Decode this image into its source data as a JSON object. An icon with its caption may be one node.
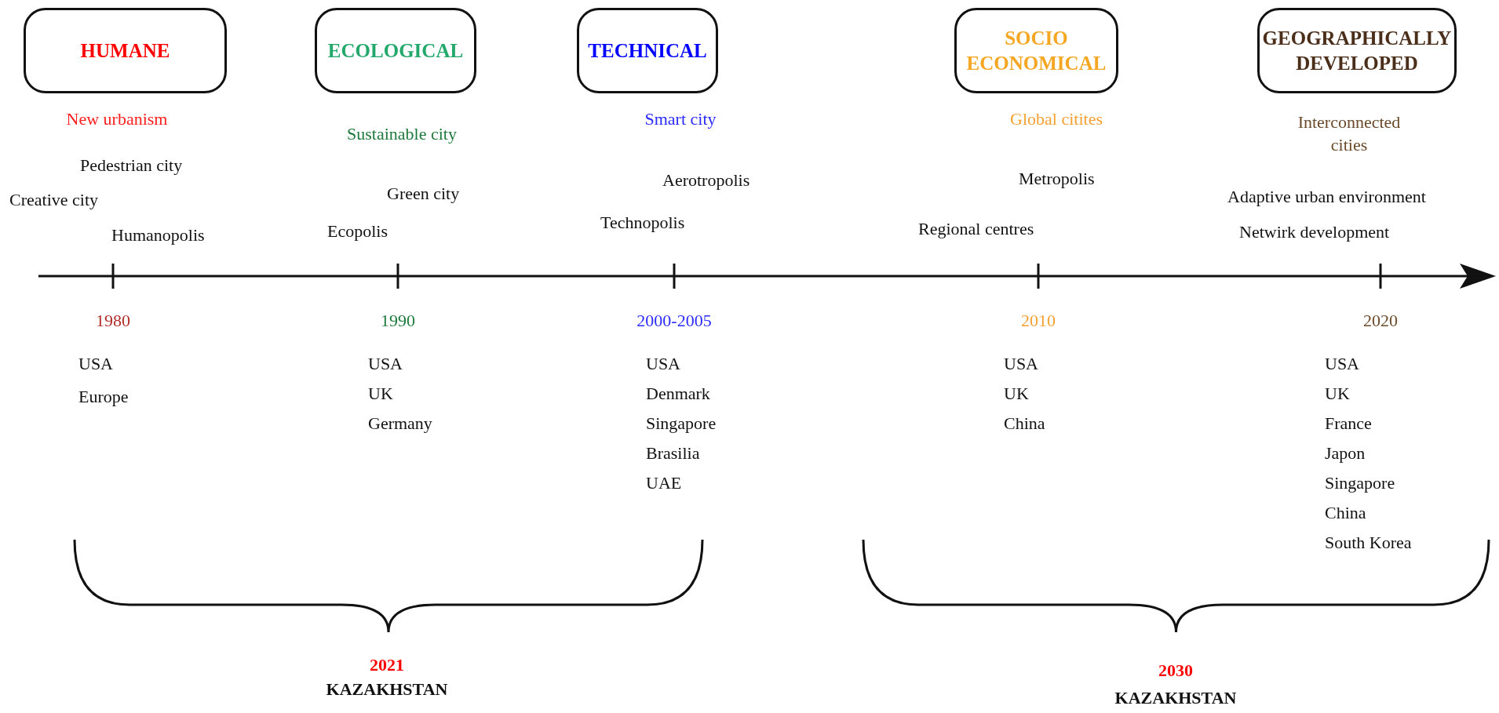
{
  "diagram": {
    "nodes": [
      {
        "text": [
          "HUMANE"
        ]
      },
      {
        "text": [
          "ECOLOGICAL"
        ]
      },
      {
        "text": [
          "TECHNICAL"
        ]
      },
      {
        "text": [
          "SOCIO ECONOMICAL"
        ]
      },
      {
        "text": [
          "GEOGRAPHICALLY DEVELOPED"
        ]
      }
    ],
    "labels": [
      "New urbanism",
      "Sustainable city",
      "Smart city",
      "Global citites",
      "Interconnected cities",
      "Pedestrian city",
      "Creative city",
      "Humanopolis",
      "Green city",
      "Ecopolis",
      "Aerotropolis",
      "Technopolis",
      "Metropolis",
      "Regional centres",
      "Adaptive urban environment",
      "Netwirk development",
      "1980",
      "1990",
      "2000-2005",
      "2010",
      "2020",
      "USA",
      "Europe",
      "USA",
      "UK",
      "Germany",
      "USA",
      "Denmark",
      "Singapore",
      "Brasilia",
      "UAE",
      "USA",
      "UK",
      "China",
      "USA",
      "UK",
      "France",
      "Japon",
      "Singapore",
      "China",
      "South Korea",
      "2021",
      "KAZAKHSTAN",
      "2030",
      "KAZAKHSTAN"
    ]
  }
}
